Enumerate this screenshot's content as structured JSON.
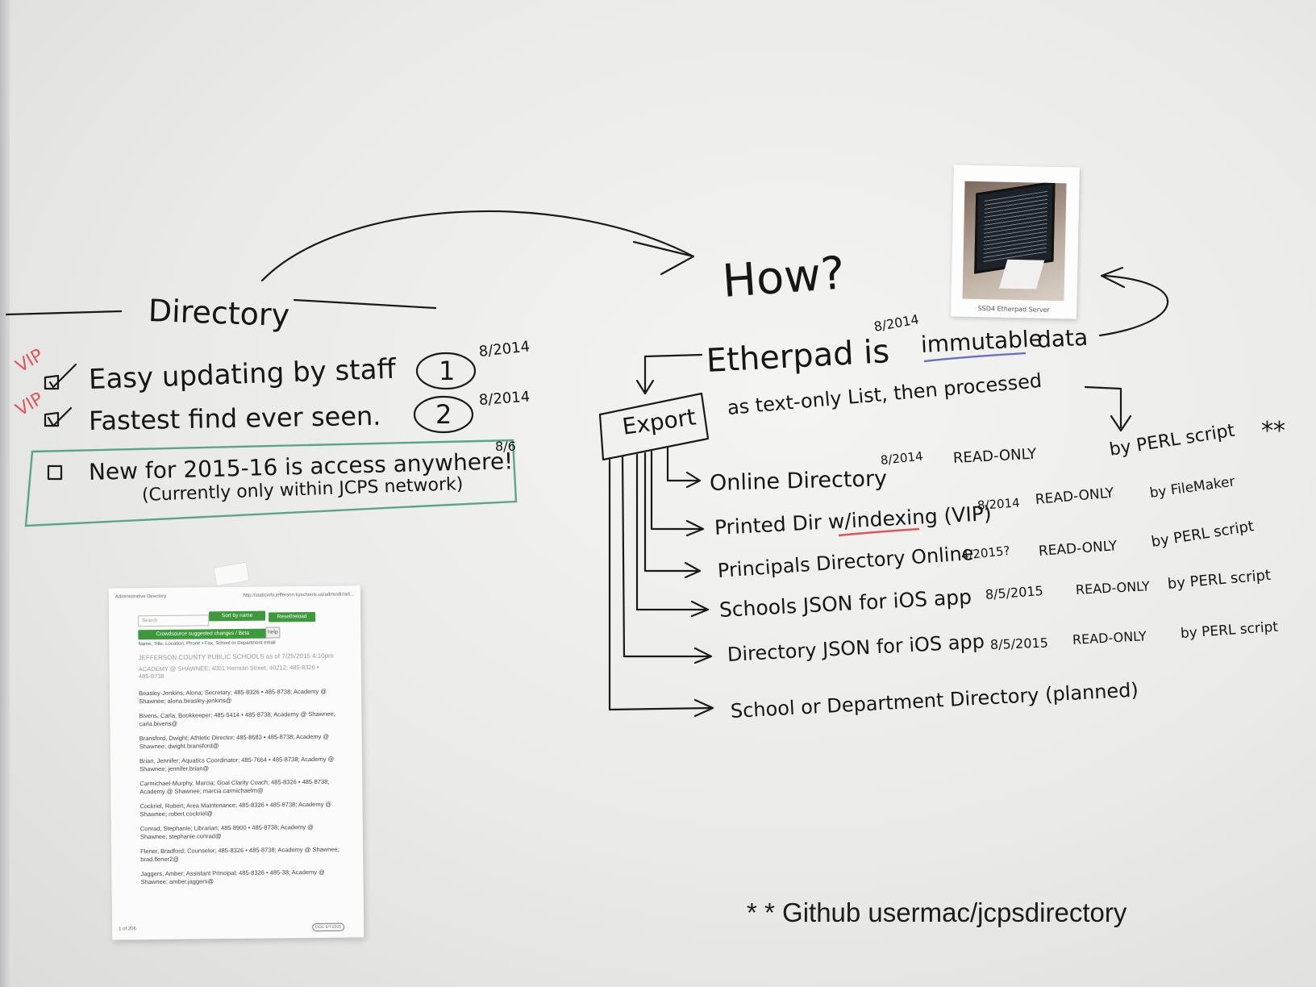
{
  "board": {
    "directory_heading": "Directory",
    "how_heading": "How?",
    "goals": [
      {
        "mark": "VIP",
        "text": "Easy updating by staff",
        "number": "1",
        "date": "8/2014"
      },
      {
        "mark": "VIP",
        "text": "Fastest find ever seen.",
        "number": "2",
        "date": "8/2014"
      }
    ],
    "new_item": {
      "text": "New for 2015-16 is access anywhere!",
      "note": "(Currently only within JCPS network)",
      "date": "8/6"
    },
    "etherpad": {
      "date": "8/2014",
      "prefix": "Etherpad is",
      "emphasis": "immutable",
      "suffix": "data"
    },
    "export": {
      "label": "Export",
      "description": "as text-only List, then processed",
      "processor": "by PERL script",
      "asterisks": "**"
    },
    "outputs": [
      {
        "name": "Online Directory",
        "date": "8/2014",
        "mode": "READ-ONLY",
        "by": ""
      },
      {
        "name": "Printed Dir w/indexing (VIP)",
        "date": "8/2014",
        "mode": "READ-ONLY",
        "by": "by FileMaker"
      },
      {
        "name": "Principals Directory Online",
        "date": "4/2015?",
        "mode": "READ-ONLY",
        "by": "by PERL script"
      },
      {
        "name": "Schools JSON for iOS app",
        "date": "8/5/2015",
        "mode": "READ-ONLY",
        "by": "by PERL script"
      },
      {
        "name": "Directory JSON for iOS app",
        "date": "8/5/2015",
        "mode": "READ-ONLY",
        "by": "by PERL script"
      },
      {
        "name": "School or Department Directory (planned)",
        "date": "",
        "mode": "",
        "by": ""
      }
    ],
    "footnote": "* * Github usermac/jcpsdirectory"
  },
  "polaroid": {
    "caption": "SSD4 Etherpad Server"
  },
  "printout": {
    "header_left": "Administrative Directory",
    "header_right": "http://staticinfo.jefferson.kyschools.us/admindir/ad...",
    "search_placeholder": "Search",
    "sort_button": "Sort by name",
    "reset_button": "Reset/reload",
    "crowdsource_button": "Crowdsource suggested changes / Beta",
    "help_button": "help",
    "fields_note": "Name, Title, Location, Phone • Fax, School or Department email",
    "org_title": "JEFFERSON COUNTY PUBLIC SCHOOLS as of 7/25/2015 4:10pm",
    "org_sub": "ACADEMY @ SHAWNEE; 4001 Herman Street, 40212; 485-8326 • 485-8738",
    "entries": [
      "Beasley-Jenkins, Alona; Secretary; 485-8326 • 485-8738; Academy @ Shawnee; alona.beasley-jenkins@",
      "Bivens, Carla; Bookkeeper; 485-5414 • 485-8738; Academy @ Shawnee; carla.bivens@",
      "Bransford, Dwight; Athletic Director; 485-8683 • 485-8738; Academy @ Shawnee; dwight.bransford@",
      "Brian, Jennifer; Aquatics Coordinator; 485-7664 • 485-8738; Academy @ Shawnee; jennifer.brian@",
      "Carmichael-Murphy, Marcia; Goal Clarity Coach; 485-8326 • 485-8738; Academy @ Shawnee; marcia.carmichaelm@",
      "Cockriel, Robert; Area Maintenance; 485-8326 • 485-8738; Academy @ Shawnee; robert.cockriel@",
      "Conrad, Stephanie; Librarian; 485-8900 • 485-8738; Academy @ Shawnee; stephanie.conrad@",
      "Flener, Bradford; Counselor; 485-8326 • 485-8738; Academy @ Shawnee; brad.flener2@",
      "Jaggers, Amber; Assistant Principal; 485-8326 • 485-38; Academy @ Shawnee; amber.jaggers@"
    ],
    "page_number": "1 of 206",
    "stamp": "DOC 8/7 2015"
  },
  "colors": {
    "ink": "#161616",
    "red_marker": "#e0555a",
    "teal_box": "#5aa58e",
    "underline_purple": "#6b6fc4",
    "underline_red": "#e0555a",
    "button_green": "#3c9a3c"
  }
}
